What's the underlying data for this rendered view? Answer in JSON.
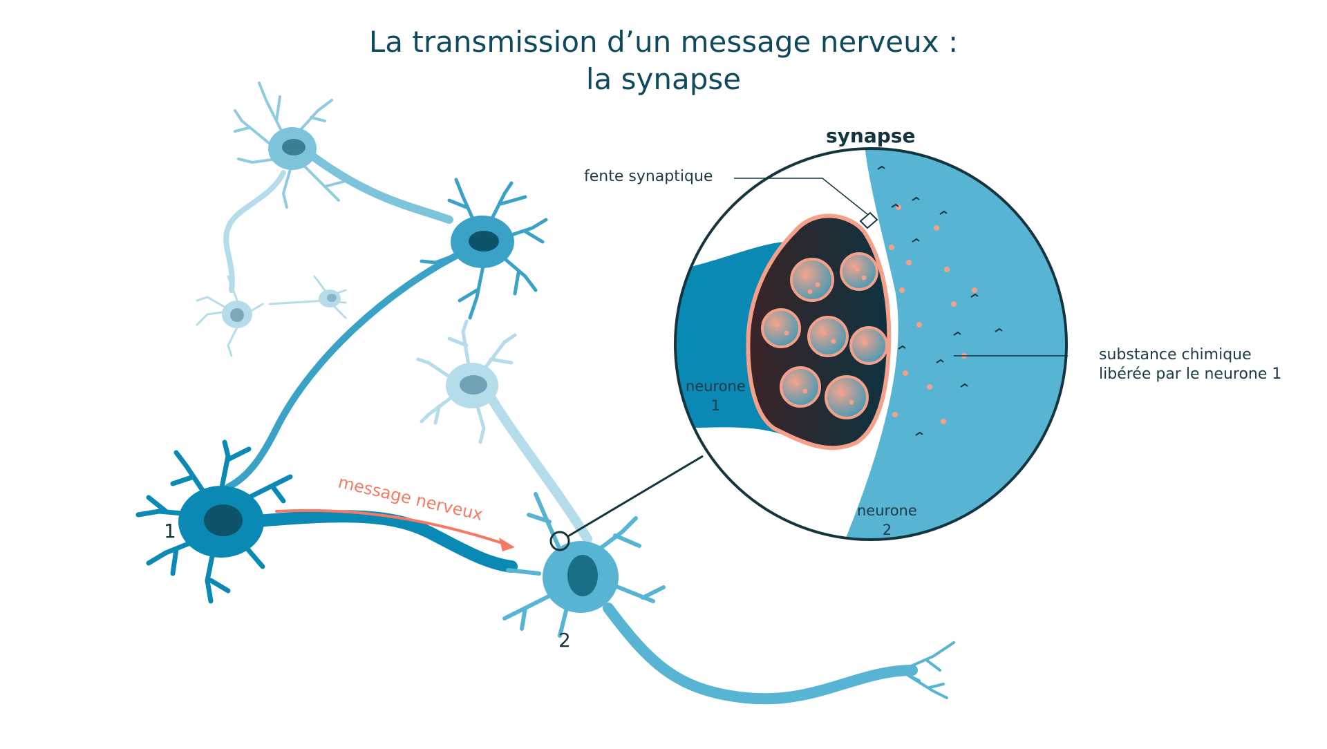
{
  "title": {
    "line1": "La transmission d’un message nerveux :",
    "line2": "la synapse"
  },
  "labels": {
    "synapse": "synapse",
    "fente": "fente synaptique",
    "substance_line1": "substance chimique",
    "substance_line2": "libérée par le neurone 1",
    "neurone1_word": "neurone",
    "neurone1_num": "1",
    "neurone2_word": "neurone",
    "neurone2_num": "2",
    "message": "message nerveux",
    "num1": "1",
    "num2": "2"
  },
  "colors": {
    "title": "#0f4a5c",
    "neuron1": "#0a89b4",
    "neuron2": "#57b4d3",
    "neuron_light": "#8fcbe0",
    "neuron_pale": "#b5dcea",
    "nucleus": "#0d5369",
    "terminal_dark": "#2a2328",
    "salmon": "#f5a08a",
    "message_arrow": "#f47a63"
  }
}
